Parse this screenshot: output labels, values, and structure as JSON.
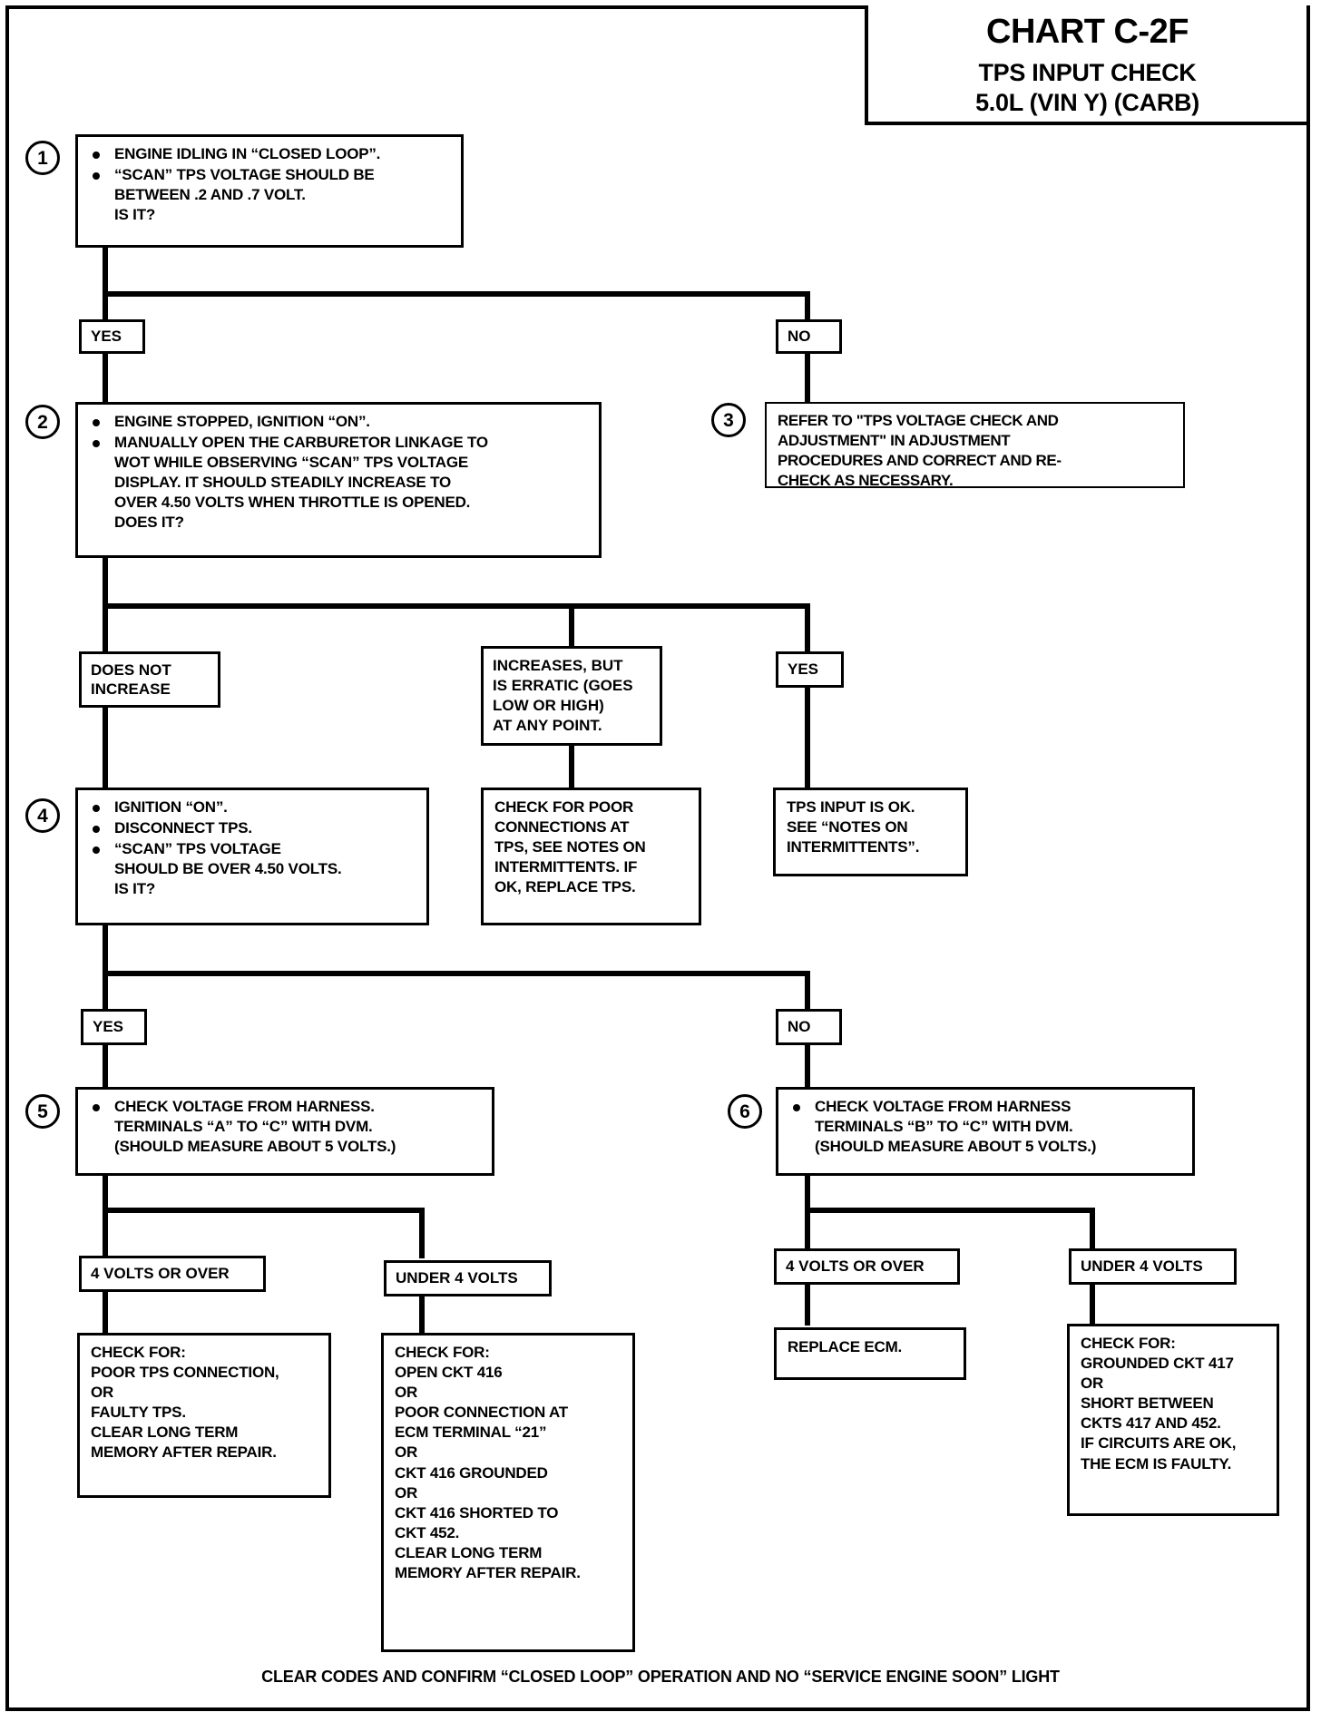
{
  "document": {
    "kind": "diagnostic-flowchart",
    "chart_id": "CHART C-2F",
    "title": "TPS INPUT CHECK",
    "subtitle": "5.0L  (VIN Y)  (CARB)",
    "footer": "CLEAR CODES AND CONFIRM “CLOSED LOOP” OPERATION AND NO “SERVICE ENGINE SOON” LIGHT"
  },
  "steps": {
    "s1": "1",
    "s2": "2",
    "s3": "3",
    "s4": "4",
    "s5": "5",
    "s6": "6"
  },
  "boxes": {
    "box1": {
      "bullets": [
        "ENGINE IDLING IN “CLOSED LOOP”.",
        "“SCAN” TPS VOLTAGE SHOULD BE\nBETWEEN .2 AND .7 VOLT.\nIS IT?"
      ]
    },
    "box2": {
      "bullets": [
        "ENGINE STOPPED, IGNITION “ON”.",
        "MANUALLY OPEN THE CARBURETOR LINKAGE TO\nWOT WHILE OBSERVING “SCAN” TPS VOLTAGE\nDISPLAY.  IT SHOULD STEADILY INCREASE TO\nOVER 4.50 VOLTS WHEN THROTTLE IS OPENED.\nDOES IT?"
      ]
    },
    "box3": {
      "text": "REFER TO \"TPS VOLTAGE CHECK AND\nADJUSTMENT\" IN ADJUSTMENT\nPROCEDURES AND CORRECT AND RE-\nCHECK AS NECESSARY."
    },
    "box4": {
      "bullets": [
        "IGNITION “ON”.",
        "DISCONNECT TPS.",
        "“SCAN” TPS VOLTAGE\nSHOULD BE OVER 4.50  VOLTS.\nIS IT?"
      ]
    },
    "box_erratic_action": {
      "text": "CHECK FOR POOR\nCONNECTIONS AT\nTPS, SEE NOTES ON\nINTERMITTENTS. IF\nOK, REPLACE TPS."
    },
    "box_tps_ok": {
      "text": "TPS INPUT IS OK.\nSEE “NOTES ON\nINTERMITTENTS”."
    },
    "box5": {
      "bullets": [
        "CHECK VOLTAGE FROM HARNESS.\nTERMINALS “A” TO “C” WITH DVM.\n(SHOULD MEASURE ABOUT 5 VOLTS.)"
      ]
    },
    "box6": {
      "bullets": [
        "CHECK VOLTAGE FROM HARNESS\nTERMINALS “B” TO “C” WITH DVM.\n(SHOULD MEASURE ABOUT 5 VOLTS.)"
      ]
    },
    "box5_left_action": {
      "text": "CHECK FOR:\nPOOR TPS CONNECTION,\nOR\nFAULTY TPS.\nCLEAR LONG TERM\nMEMORY AFTER REPAIR."
    },
    "box5_right_action": {
      "text": "CHECK FOR:\nOPEN CKT 416\nOR\nPOOR CONNECTION AT\nECM TERMINAL “21”\nOR\nCKT 416 GROUNDED\nOR\nCKT 416 SHORTED TO\nCKT 452.\nCLEAR LONG TERM\nMEMORY AFTER REPAIR."
    },
    "box6_left_action": {
      "text": "REPLACE ECM."
    },
    "box6_right_action": {
      "text": "CHECK FOR:\nGROUNDED CKT  417\nOR\nSHORT BETWEEN\nCKTS 417 AND 452.\nIF CIRCUITS ARE OK,\nTHE ECM IS FAULTY."
    }
  },
  "labels": {
    "yes1": "YES",
    "no1": "NO",
    "does_not_increase": "DOES NOT\nINCREASE",
    "erratic": "INCREASES, BUT\nIS ERRATIC (GOES\nLOW OR HIGH)\nAT ANY POINT.",
    "yes2": "YES",
    "yes3": "YES",
    "no3": "NO",
    "v4_over_left": "4 VOLTS OR OVER",
    "under4_left": "UNDER 4 VOLTS",
    "v4_over_right": "4 VOLTS OR OVER",
    "under4_right": "UNDER 4 VOLTS"
  },
  "colors": {
    "ink": "#000000",
    "paper": "#ffffff"
  }
}
